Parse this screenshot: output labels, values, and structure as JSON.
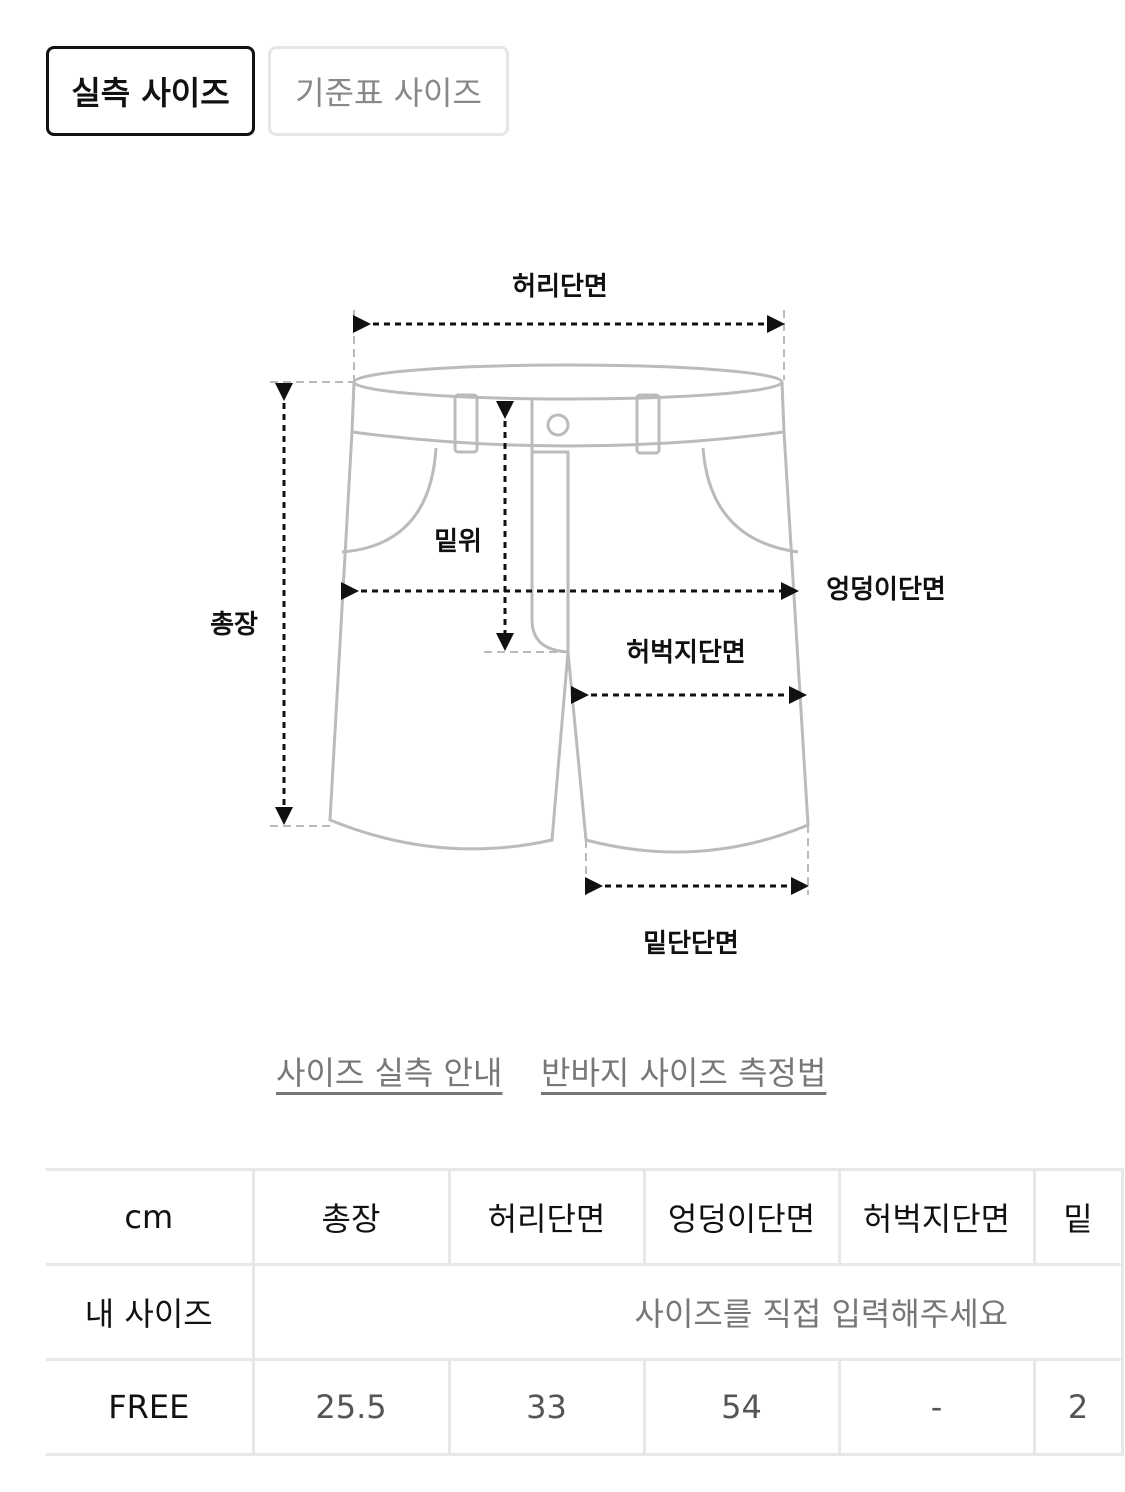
{
  "tabs": [
    {
      "label": "실측 사이즈",
      "active": true
    },
    {
      "label": "기준표 사이즈",
      "active": false
    }
  ],
  "diagram": {
    "labels": {
      "waist": "허리단면",
      "rise": "밑위",
      "hip": "엉덩이단면",
      "total_length": "총장",
      "thigh": "허벅지단면",
      "hem": "밑단단면"
    }
  },
  "links": [
    "사이즈 실측 안내",
    "반바지 사이즈 측정법"
  ],
  "table": {
    "headers": [
      "cm",
      "총장",
      "허리단면",
      "엉덩이단면",
      "허벅지단면",
      "밑"
    ],
    "my_size": {
      "label": "내 사이즈",
      "hint": "사이즈를 직접 입력해주세요"
    },
    "rows": [
      {
        "label": "FREE",
        "values": [
          "25.5",
          "33",
          "54",
          "-",
          "2"
        ]
      }
    ]
  },
  "colors": {
    "active_border": "#111111",
    "inactive_border": "#e6e6e6",
    "grid": "#e8e8e8"
  }
}
